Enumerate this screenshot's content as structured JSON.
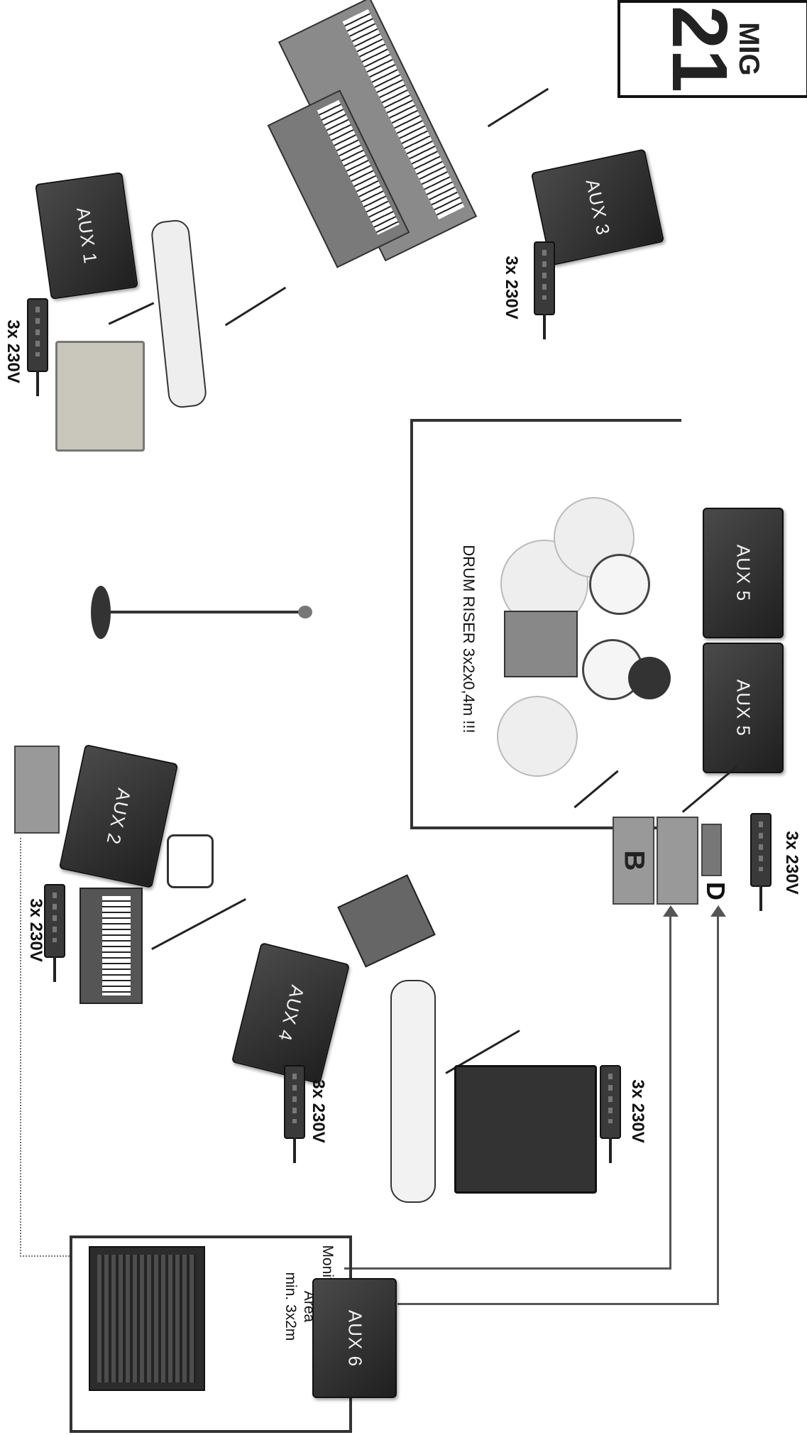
{
  "logo": {
    "text_top": "MIG",
    "text_bottom": "21"
  },
  "monitors": {
    "aux1": "AUX 1",
    "aux2": "AUX 2",
    "aux3": "AUX 3",
    "aux4": "AUX 4",
    "aux5a": "AUX 5",
    "aux5b": "AUX 5",
    "aux6": "AUX 6"
  },
  "power": {
    "left_top": "3x 230V",
    "keys": "3x 230V",
    "drums": "3x 230V",
    "left_bottom": "3x 230V",
    "bass_monitor": "3x 230V",
    "bass_amp": "3x 230V"
  },
  "drum_riser": {
    "label": "DRUM RISER 3x2x0,4m !!!"
  },
  "stagebox": {
    "b_label": "B",
    "d_label": "D"
  },
  "monitor_area": {
    "line1": "Monitor + Guitar T.",
    "line2": "Area",
    "line3": "min. 3x2m"
  },
  "colors": {
    "wedge": "#2b2b2b",
    "line": "#555555",
    "label": "#111111"
  }
}
